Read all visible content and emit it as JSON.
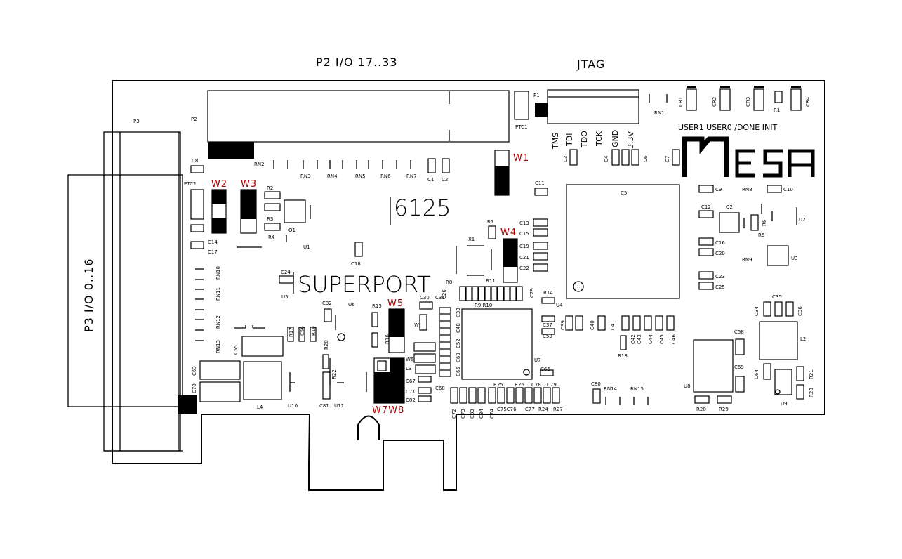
{
  "labels": {
    "p2_io": "P2 I/O 17..33",
    "jtag": "JTAG",
    "p3_io": "P3 I/O 0..16",
    "superport": "SUPERPORT",
    "part_number": "6125",
    "logo": "MESA",
    "p1": "P1",
    "p2": "P2",
    "p3": "P3",
    "ptc1": "PTC1",
    "ptc2": "PTC2",
    "rn1": "RN1",
    "jtag_pins": [
      "TMS",
      "TDI",
      "TDO",
      "TCK",
      "GND",
      "3.3V"
    ],
    "led_labels": "USER1 USER0 /DONE  INIT",
    "leds": [
      "CR1",
      "CR2",
      "CR3",
      "R1",
      "CR4"
    ]
  },
  "jumpers": [
    {
      "id": "W1",
      "label": "W1"
    },
    {
      "id": "W2",
      "label": "W2"
    },
    {
      "id": "W3",
      "label": "W3"
    },
    {
      "id": "W4",
      "label": "W4"
    },
    {
      "id": "W5",
      "label": "W5"
    },
    {
      "id": "W7W8",
      "label": "W7W8"
    }
  ],
  "components": {
    "c8": "C8",
    "rn2": "RN2",
    "rn3": "RN3",
    "rn4": "RN4",
    "rn5": "RN5",
    "rn6": "RN6",
    "rn7": "RN7",
    "c1": "C1",
    "c2": "C2",
    "c3": "C3",
    "c4": "C4",
    "c6": "C6",
    "c7": "C7",
    "c11": "C11",
    "c5": "C5",
    "c9": "C9",
    "rn8": "RN8",
    "c10": "C10",
    "c12": "C12",
    "q2": "Q2",
    "r6": "R6",
    "r5": "R5",
    "u2": "U2",
    "c16": "C16",
    "c20": "C20",
    "rn9": "RN9",
    "u3": "U3",
    "c23": "C23",
    "c25": "C25",
    "r2": "R2",
    "r3": "R3",
    "r4": "R4",
    "q1": "Q1",
    "u1": "U1",
    "c14": "C14",
    "c17": "C17",
    "rn10": "RN10",
    "rn11": "RN11",
    "rn12": "RN12",
    "rn13": "RN13",
    "c18": "C18",
    "c24": "C24",
    "u5": "U5",
    "r7": "R7",
    "x1": "X1",
    "c13": "C13",
    "c15": "C15",
    "c19": "C19",
    "c21": "C21",
    "c22": "C22",
    "r8": "R8",
    "r11": "R11",
    "c26": "C26",
    "c29": "C29",
    "c30": "C30",
    "c31": "C31",
    "c33": "C33",
    "r9r10": "R9 R10",
    "c48": "C48",
    "c52": "C52",
    "c60": "C60",
    "c65": "C65",
    "r14": "R14",
    "u4": "U4",
    "c37": "C37",
    "c53": "C53",
    "c39": "C39",
    "c40": "C40",
    "c41": "C41",
    "c42": "C42",
    "c43": "C43",
    "c44": "C44",
    "c45": "C45",
    "c46": "C46",
    "r18": "R18",
    "c32": "C32",
    "u6": "U6",
    "r15": "R15",
    "w6": "W6",
    "r16": "R16",
    "r17": "R17",
    "c56": "C56",
    "r19": "R19",
    "r20": "R20",
    "c55": "C55",
    "c63": "C63",
    "c70": "C70",
    "l4": "L4",
    "u10": "U10",
    "r22": "R22",
    "c81": "C81",
    "u11": "U11",
    "l3": "L3",
    "c67": "C67",
    "c71": "C71",
    "c82": "C82",
    "c68": "C68",
    "u7": "U7",
    "c66": "C66",
    "r25": "R25",
    "r26": "R26",
    "c78": "C78",
    "c79": "C79",
    "c72": "C72",
    "c73": "C73",
    "c83": "C83",
    "c84": "C84",
    "c74": "C74",
    "c75c76": "C75C76",
    "c77": "C77",
    "r24": "R24",
    "r27": "R27",
    "c80": "C80",
    "rn14": "RN14",
    "rn15": "RN15",
    "c35": "C35",
    "c34": "C34",
    "c36": "C36",
    "c58": "C58",
    "l2": "L2",
    "c69": "C69",
    "c64": "C64",
    "r21": "R21",
    "r23": "R23",
    "u8": "U8",
    "u9": "U9",
    "r28": "R28",
    "r29": "R29"
  },
  "colors": {
    "jumper_label": "#a30000",
    "ink": "#000000",
    "paper": "#ffffff"
  }
}
